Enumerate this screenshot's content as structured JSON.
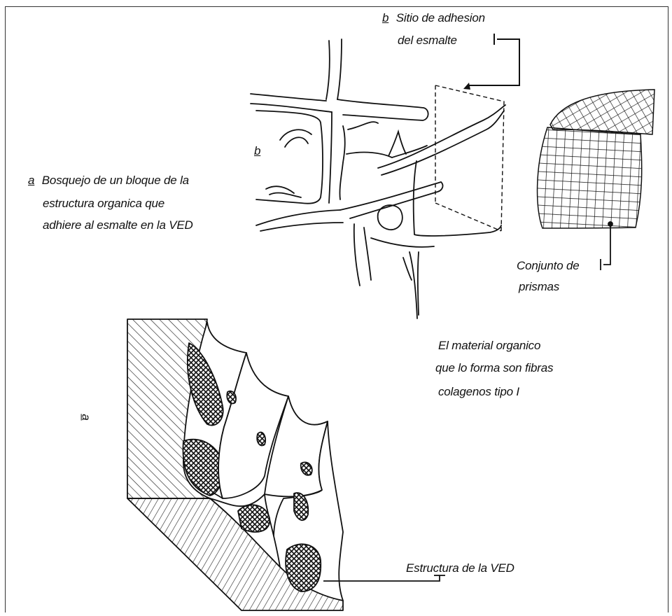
{
  "figure": {
    "label_b_letter": "b",
    "label_b_line1": "Sitio de adhesion",
    "label_b_line2": "del esmalte",
    "label_a_letter": "a",
    "label_a_line1": "Bosquejo de un bloque de la",
    "label_a_line2": "estructura organica que",
    "label_a_line3": "adhiere al esmalte en la VED",
    "b_panel_tag": "b",
    "prisms_line1": "Conjunto de",
    "prisms_line2": "prismas",
    "material_line1": "El material organico",
    "material_line2": "que lo forma son fibras",
    "material_line3": "colagenos tipo I",
    "a_panel_tag": "a",
    "ved_label": "Estructura de la VED"
  }
}
